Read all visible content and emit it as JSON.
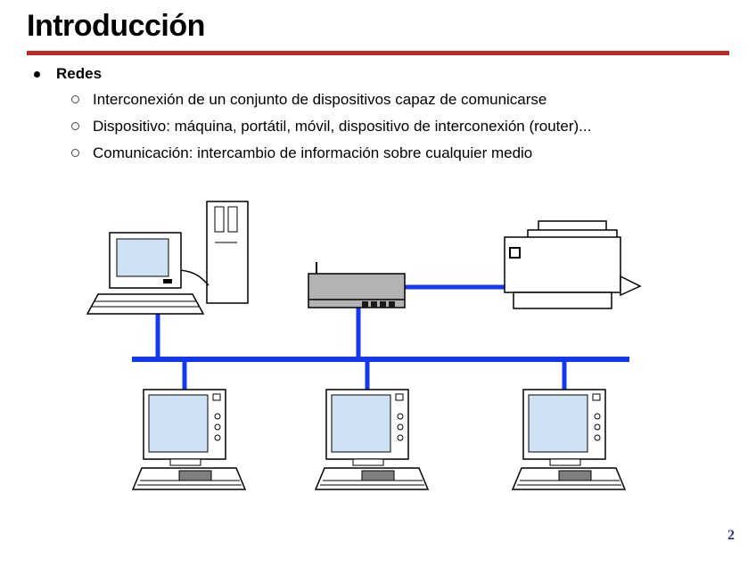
{
  "slide": {
    "title": "Introducción",
    "bullets": {
      "heading": "Redes",
      "items": [
        "Interconexión de un conjunto de dispositivos capaz de comunicarse",
        "Dispositivo: máquina, portátil, móvil, dispositivo de interconexión (router)...",
        "Comunicación: intercambio de información sobre cualquier medio"
      ]
    },
    "page_number": "2"
  },
  "diagram": {
    "type": "network-topology",
    "topology": "bus",
    "devices": [
      {
        "name": "desktop-computer",
        "connection": "drop-to-bus"
      },
      {
        "name": "router",
        "connection": "drop-to-bus"
      },
      {
        "name": "printer",
        "connection": "link-to-router"
      },
      {
        "name": "workstation-1",
        "connection": "drop-to-bus"
      },
      {
        "name": "workstation-2",
        "connection": "drop-to-bus"
      },
      {
        "name": "workstation-3",
        "connection": "drop-to-bus"
      }
    ]
  },
  "colors": {
    "title_rule": "#C0281C",
    "network_line": "#1437F0",
    "screen_fill": "#CFE2F3",
    "router_fill": "#B3B3B3",
    "page_number": "#2B3990"
  }
}
